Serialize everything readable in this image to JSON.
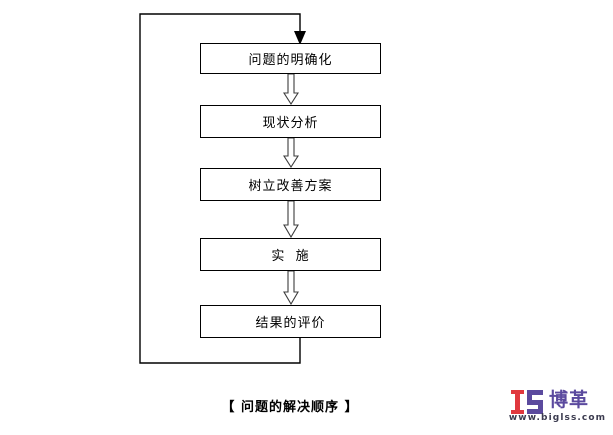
{
  "diagram": {
    "caption": "【 问题的解决顺序 】",
    "nodes": [
      {
        "id": "clarify",
        "label": "问题的明确化"
      },
      {
        "id": "analyze",
        "label": "现状分析"
      },
      {
        "id": "plan",
        "label": "树立改善方案"
      },
      {
        "id": "execute",
        "label": "实  施"
      },
      {
        "id": "evaluate",
        "label": "结果的评价"
      }
    ],
    "connectors": [
      {
        "from": "clarify",
        "to": "analyze",
        "kind": "block-arrow-down"
      },
      {
        "from": "analyze",
        "to": "plan",
        "kind": "block-arrow-down"
      },
      {
        "from": "plan",
        "to": "execute",
        "kind": "block-arrow-down"
      },
      {
        "from": "execute",
        "to": "evaluate",
        "kind": "block-arrow-down"
      }
    ],
    "feedback_loop": {
      "from": "evaluate",
      "to": "clarify",
      "kind": "line-arrow-down"
    },
    "colors": {
      "box_border": "#000000",
      "box_fill": "#ffffff",
      "arrow_outline": "#3d3d3d",
      "arrow_fill": "#ffffff",
      "line": "#000000",
      "text": "#000000"
    }
  },
  "logo": {
    "mark_red": "#e0383e",
    "mark_purple": "#5b4a9e",
    "brand_cn": "博革",
    "url": "www.biglss.com"
  }
}
